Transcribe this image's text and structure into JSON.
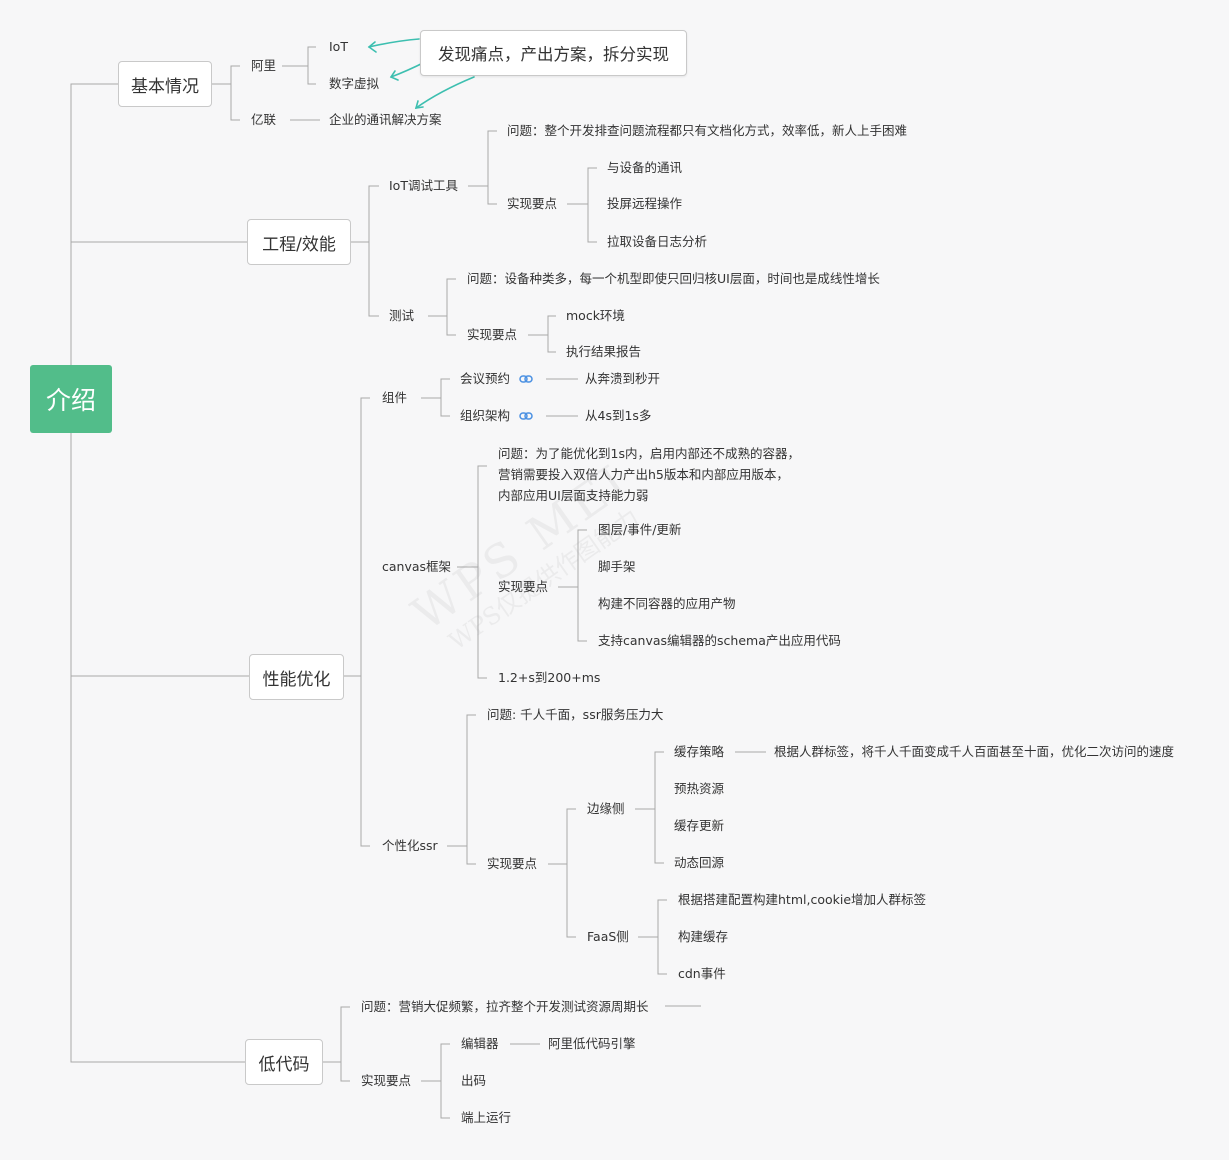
{
  "root": "介绍",
  "callout": "发现痛点，产出方案，拆分实现",
  "basic": {
    "title": "基本情况",
    "ali": "阿里",
    "iot": "IoT",
    "digital": "数字虚拟",
    "yilian": "亿联",
    "comm_solution": "企业的通讯解决方案"
  },
  "eng": {
    "title": "工程/效能",
    "iot_tool": "IoT调试工具",
    "iot_problem": "问题：整个开发排查问题流程都只有文档化方式，效率低，新人上手困难",
    "iot_points": "实现要点",
    "iot_p1": "与设备的通讯",
    "iot_p2": "投屏远程操作",
    "iot_p3": "拉取设备日志分析",
    "test": "测试",
    "test_problem": "问题：设备种类多，每一个机型即使只回归核UI层面，时间也是成线性增长",
    "test_points": "实现要点",
    "test_p1": "mock环境",
    "test_p2": "执行结果报告"
  },
  "perf": {
    "title": "性能优化",
    "component": "组件",
    "meeting": "会议预约",
    "meeting_result": "从奔溃到秒开",
    "org": "组织架构",
    "org_result": "从4s到1s多",
    "canvas": "canvas框架",
    "canvas_problem": [
      "问题：为了能优化到1s内，启用内部还不成熟的容器，",
      "营销需要投入双倍人力产出h5版本和内部应用版本，",
      "内部应用UI层面支持能力弱"
    ],
    "canvas_points": "实现要点",
    "canvas_p1": "图层/事件/更新",
    "canvas_p2": "脚手架",
    "canvas_p3": "构建不同容器的应用产物",
    "canvas_p4": "支持canvas编辑器的schema产出应用代码",
    "canvas_result": "1.2+s到200+ms",
    "ssr": "个性化ssr",
    "ssr_problem": "问题: 千人千面，ssr服务压力大",
    "ssr_points": "实现要点",
    "edge": "边缘侧",
    "cache_strategy": "缓存策略",
    "cache_strategy_detail": "根据人群标签，将千人千面变成千人百面甚至十面，优化二次访问的速度",
    "preheat": "预热资源",
    "cache_update": "缓存更新",
    "dynamic_origin": "动态回源",
    "faas": "FaaS侧",
    "faas_p1": "根据搭建配置构建html,cookie增加人群标签",
    "faas_p2": "构建缓存",
    "faas_p3": "cdn事件"
  },
  "lowcode": {
    "title": "低代码",
    "problem": "问题：营销大促频繁，拉齐整个开发测试资源周期长",
    "points": "实现要点",
    "editor": "编辑器",
    "engine": "阿里低代码引擎",
    "output": "出码",
    "runtime": "端上运行"
  },
  "watermark": [
    "WPS MEI",
    "WPS仅提供作图能力"
  ],
  "colors": {
    "root": "#52bd8a",
    "arrow": "#3dbfb0",
    "link_icon": "#4a90e2",
    "line": "#a8a8a8"
  }
}
